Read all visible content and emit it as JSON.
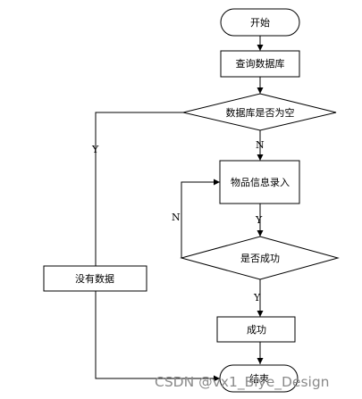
{
  "flowchart": {
    "nodes": {
      "start": "开始",
      "query_db": "查询数据库",
      "db_empty": "数据库是否为空",
      "no_data": "没有数据",
      "enter_info": "物品信息录入",
      "success_q": "是否成功",
      "success": "成功",
      "end": "结束"
    },
    "edge_labels": {
      "db_empty_yes": "Y",
      "db_empty_no": "N",
      "enter_yes": "Y",
      "retry_no": "N",
      "success_yes": "Y"
    }
  },
  "watermark": "CSDN @vx1_Biye_Design"
}
